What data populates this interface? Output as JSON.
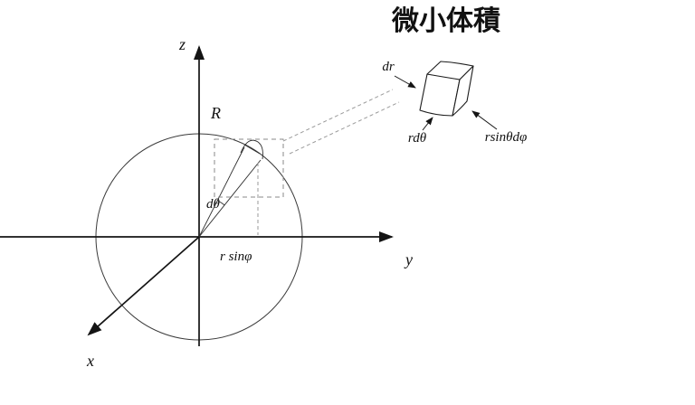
{
  "colors": {
    "ink": "#141414",
    "dashed_gray": "#9a9a9a",
    "background": "#ffffff"
  },
  "title": "微小体積",
  "axis_labels": {
    "z": "z",
    "y": "y",
    "x": "x"
  },
  "sphere": {
    "radius_label": "R"
  },
  "wedge": {
    "angle_label": "dθ",
    "projection_label": "r sinφ"
  },
  "volume_element": {
    "radial_thickness_label": "dr",
    "polar_edge_label": "rdθ",
    "azimuthal_edge_label": "rsinθdφ"
  }
}
